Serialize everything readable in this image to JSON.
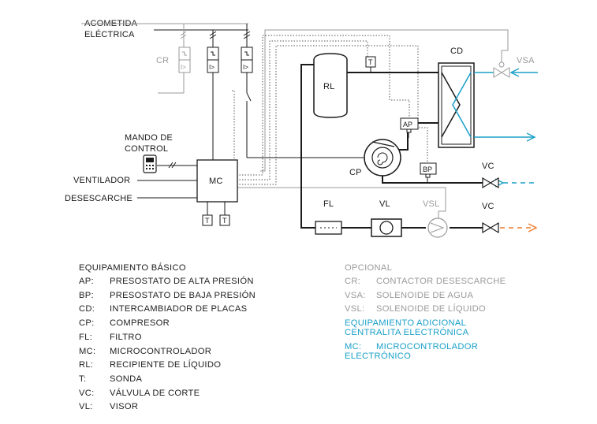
{
  "diagram": {
    "labels": {
      "acometida_1": "ACOMETIDA",
      "acometida_2": "ELÉCTRICA",
      "cr": "CR",
      "mando_1": "MANDO DE",
      "mando_2": "CONTROL",
      "ventilador": "VENTILADOR",
      "desescarche": "DESESCARCHE",
      "mc": "MC",
      "rl": "RL",
      "t": "T",
      "cd": "CD",
      "ap": "AP",
      "bp": "BP",
      "cp": "CP",
      "fl": "FL",
      "vl": "VL",
      "vsl": "VSL",
      "vsa": "VSA",
      "vc_top": "VC",
      "vc_bottom": "VC",
      "breaker_mark": "I>"
    },
    "colors": {
      "line": "#1a1a1a",
      "optional": "#9a9a9a",
      "water": "#1aa0c8",
      "hot": "#f07a28"
    }
  },
  "legend": {
    "basic_title": "EQUIPAMIENTO BÁSICO",
    "basic_items": [
      {
        "code": "AP:",
        "desc": "PRESOSTATO DE ALTA PRESIÓN"
      },
      {
        "code": "BP:",
        "desc": "PRESOSTATO DE BAJA PRESIÓN"
      },
      {
        "code": "CD:",
        "desc": "INTERCAMBIADOR DE PLACAS"
      },
      {
        "code": "CP:",
        "desc": "COMPRESOR"
      },
      {
        "code": "FL:",
        "desc": "FILTRO"
      },
      {
        "code": "MC:",
        "desc": "MICROCONTROLADOR"
      },
      {
        "code": "RL:",
        "desc": "RECIPIENTE DE LÍQUIDO"
      },
      {
        "code": "T:",
        "desc": "SONDA"
      },
      {
        "code": "VC:",
        "desc": "VÁLVULA DE CORTE"
      },
      {
        "code": "VL:",
        "desc": "VISOR"
      }
    ],
    "optional_title": "OPCIONAL",
    "optional_items": [
      {
        "code": "CR:",
        "desc": "CONTACTOR DESESCARCHE"
      },
      {
        "code": "VSA:",
        "desc": "SOLENOIDE DE AGUA"
      },
      {
        "code": "VSL:",
        "desc": "SOLENOIDE DE LÍQUIDO"
      }
    ],
    "extra_title_1": "EQUIPAMIENTO ADICIONAL",
    "extra_title_2": "CENTRALITA ELECTRÓNICA",
    "extra_item": {
      "code": "MC:",
      "desc_1": "MICROCONTROLADOR",
      "desc_2": "ELECTRÓNICO"
    }
  }
}
